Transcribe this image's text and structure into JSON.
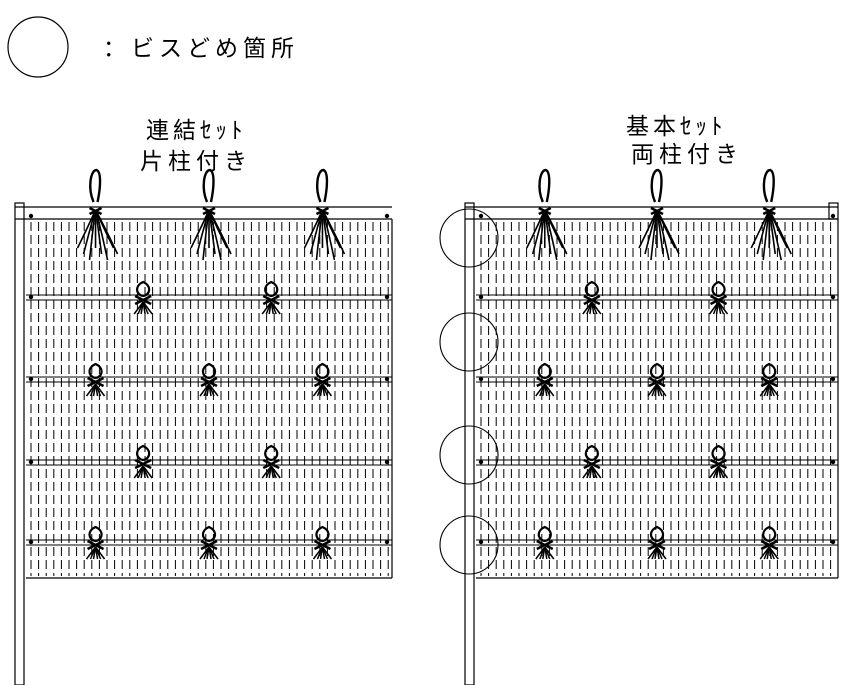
{
  "legend": {
    "symbol": "circle",
    "text": "：ビスどめ箇所"
  },
  "panels": [
    {
      "id": "left",
      "title_line1": "連結ｾｯﾄ",
      "title_line2": "片柱付き",
      "posts": "one",
      "screw_markers": false
    },
    {
      "id": "right",
      "title_line1": "基本ｾｯﾄ",
      "title_line2": "両柱付き",
      "posts": "two",
      "screw_markers": true
    }
  ],
  "colors": {
    "line": "#000000",
    "background": "#ffffff"
  },
  "icons": [
    "bamboo-fence-panel",
    "hanging-rope-tassel",
    "straw-knot"
  ]
}
